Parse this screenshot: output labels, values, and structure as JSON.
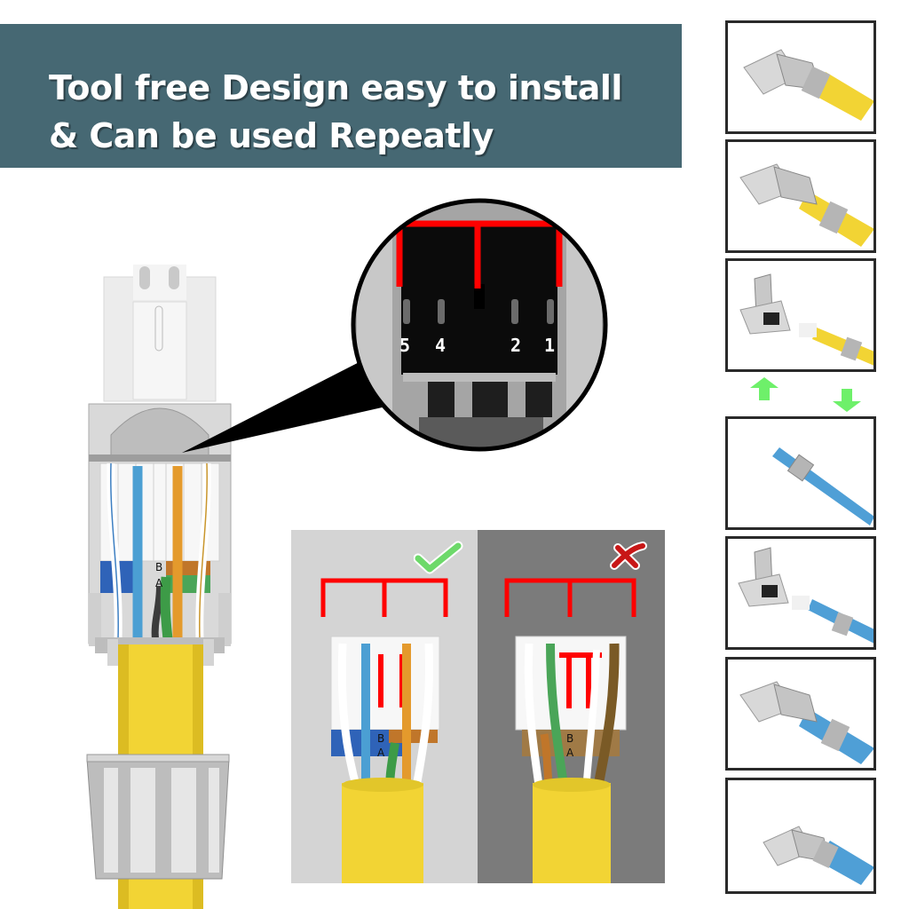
{
  "banner": {
    "line1": "Tool free Design easy to install",
    "line2": "& Can be used Repeatly",
    "background_color": "#466873",
    "text_color": "#ffffff"
  },
  "magnifier": {
    "pin_labels": [
      "5",
      "4",
      "2",
      "1"
    ],
    "highlight_color": "#ff0000"
  },
  "main_connector": {
    "labels": [
      "B",
      "A"
    ],
    "cable_color": "#f2d434"
  },
  "comparison": {
    "correct": {
      "icon": "checkmark-icon",
      "icon_color": "#6dd96a",
      "labels": [
        "B",
        "A"
      ]
    },
    "incorrect": {
      "icon": "cross-icon",
      "icon_color": "#c81616",
      "labels": [
        "B",
        "A"
      ]
    }
  },
  "steps": [
    {
      "index": 1,
      "description": "assembled connector on yellow cable",
      "cable_color": "#f2d434"
    },
    {
      "index": 2,
      "description": "connector with loosened cap on yellow cable",
      "cable_color": "#f2d434"
    },
    {
      "index": 3,
      "description": "opened connector with stripped yellow cable",
      "cable_color": "#f2d434"
    },
    {
      "index": 4,
      "description": "blue cable with cap",
      "cable_color": "#4f9fd6"
    },
    {
      "index": 5,
      "description": "opened connector with stripped blue cable",
      "cable_color": "#4f9fd6"
    },
    {
      "index": 6,
      "description": "connector with cap on blue cable",
      "cable_color": "#4f9fd6"
    },
    {
      "index": 7,
      "description": "assembled connector on blue cable",
      "cable_color": "#4f9fd6"
    }
  ],
  "arrows": {
    "up": "arrow-up-icon",
    "down": "arrow-down-icon",
    "color": "#6ef06a"
  }
}
